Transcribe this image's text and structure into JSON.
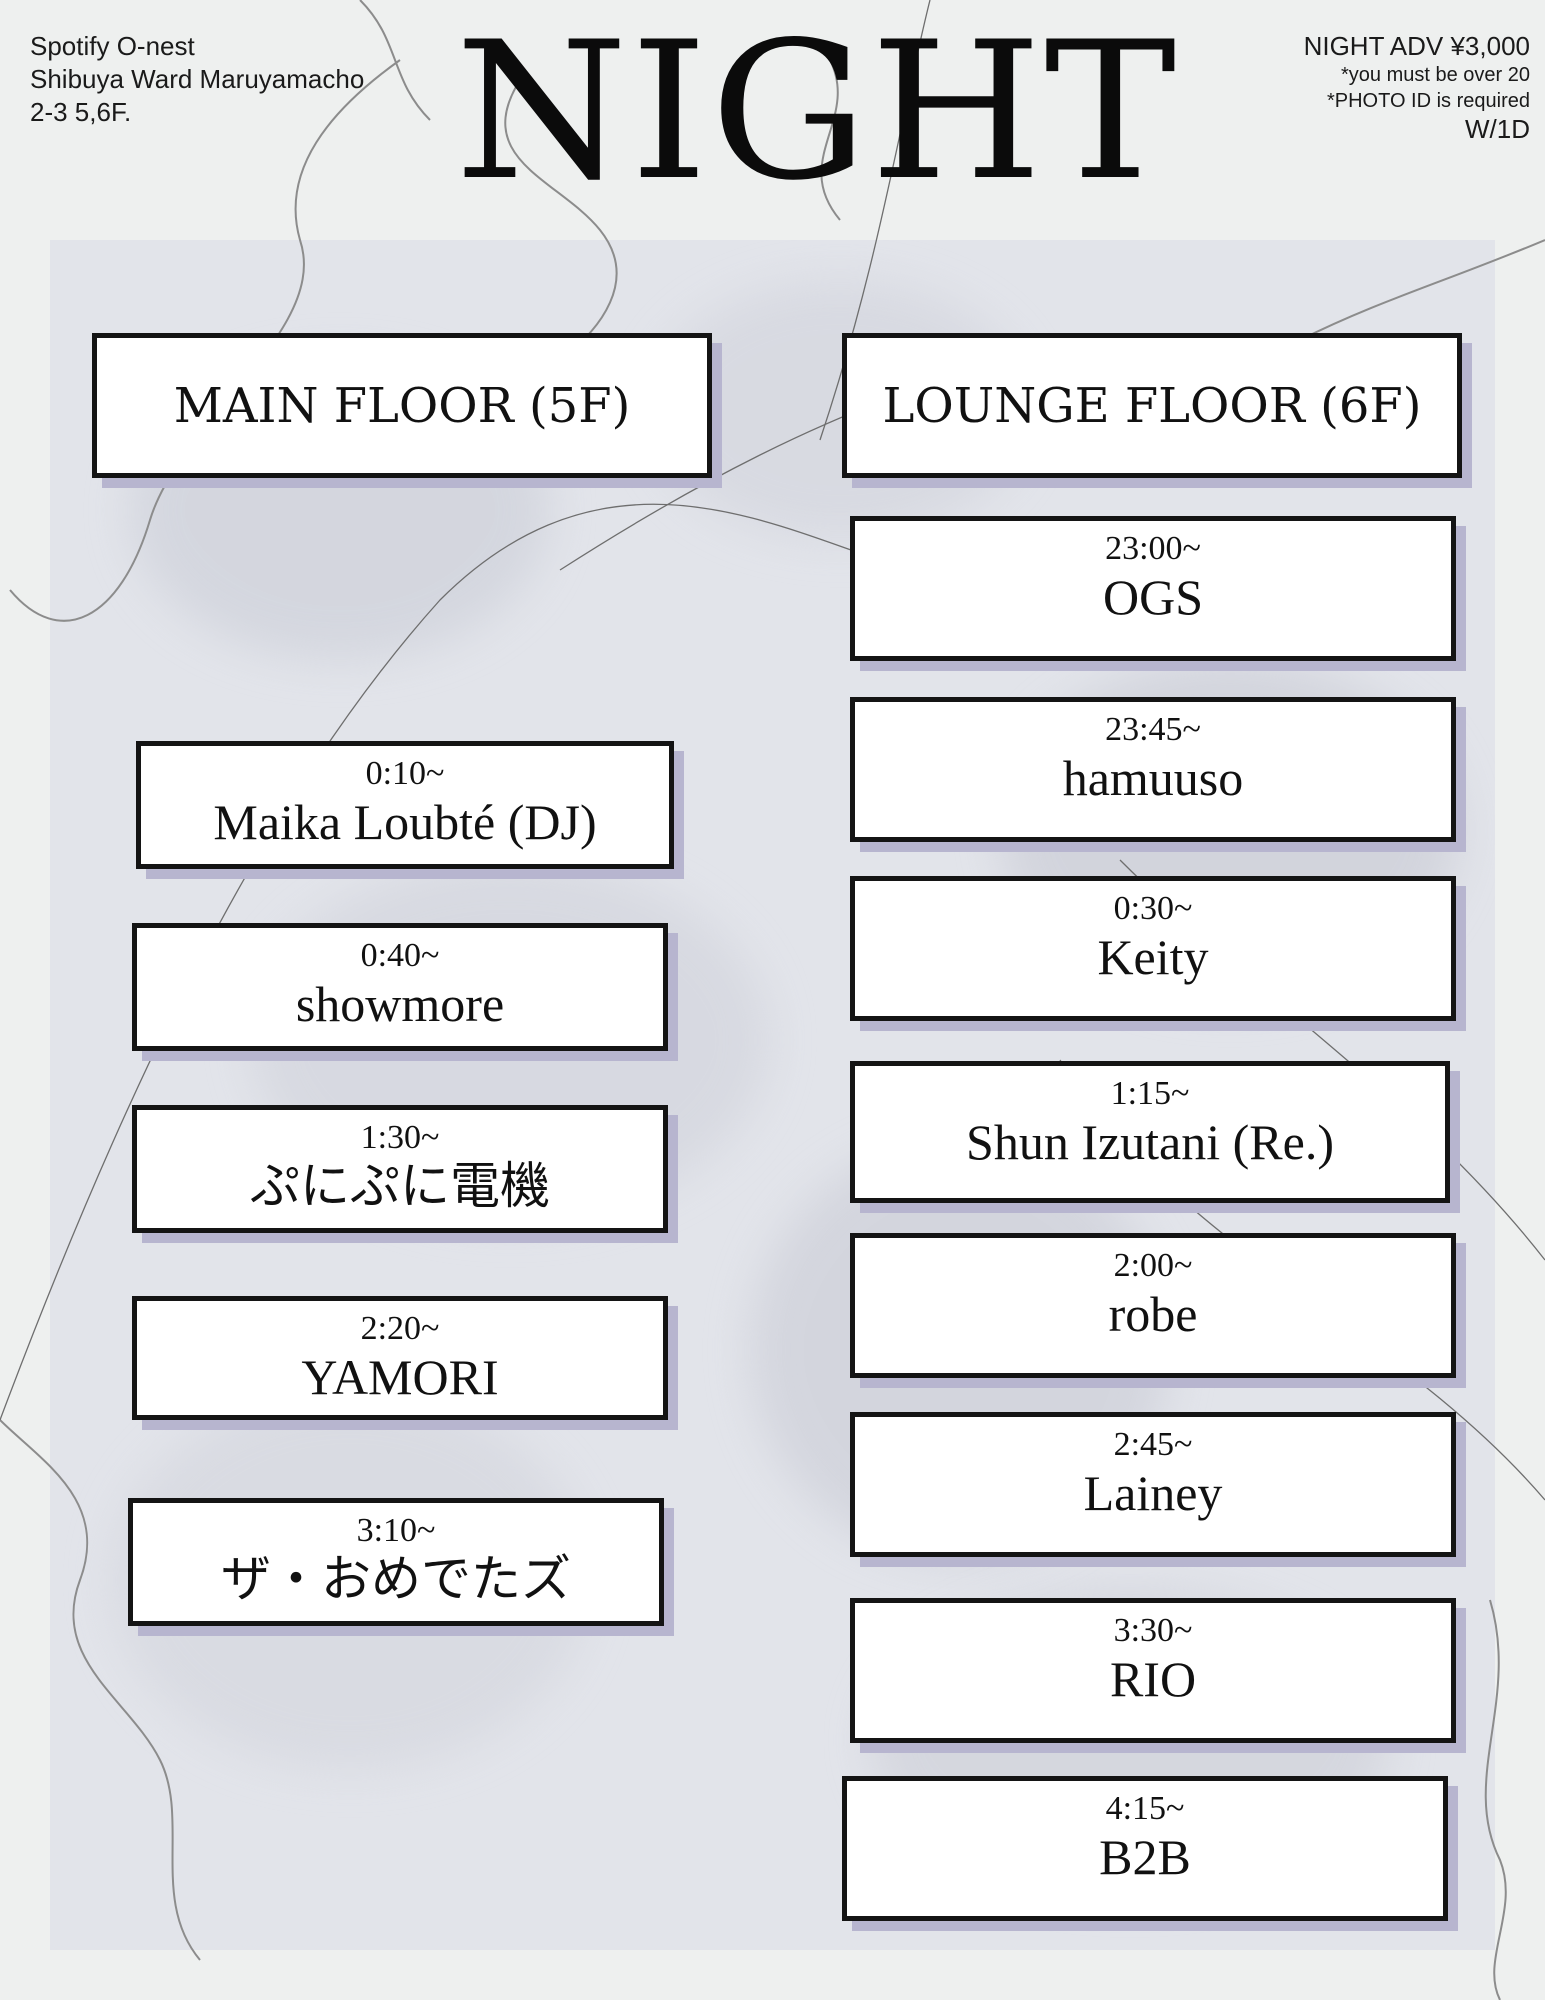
{
  "venue": {
    "line1": "Spotify O-nest",
    "line2": "Shibuya Ward Maruyamacho",
    "line3": "2-3 5,6F."
  },
  "event_title": "NIGHT",
  "ticket": {
    "price": "NIGHT ADV ¥3,000",
    "note_age": "*you must be over 20",
    "note_id": "*PHOTO ID is required",
    "drink": "W/1D"
  },
  "main_floor": {
    "label": "MAIN FLOOR (5F)",
    "slots": [
      {
        "time": "0:10~",
        "artist": "Maika Loubté (DJ)"
      },
      {
        "time": "0:40~",
        "artist": "showmore"
      },
      {
        "time": "1:30~",
        "artist": "ぷにぷに電機"
      },
      {
        "time": "2:20~",
        "artist": "YAMORI"
      },
      {
        "time": "3:10~",
        "artist": "ザ・おめでたズ"
      }
    ]
  },
  "lounge_floor": {
    "label": "LOUNGE FLOOR (6F)",
    "slots": [
      {
        "time": "23:00~",
        "artist": "OGS"
      },
      {
        "time": "23:45~",
        "artist": "hamuuso"
      },
      {
        "time": "0:30~",
        "artist": "Keity"
      },
      {
        "time": "1:15~",
        "artist": "Shun Izutani (Re.)"
      },
      {
        "time": "2:00~",
        "artist": "robe"
      },
      {
        "time": "2:45~",
        "artist": "Lainey"
      },
      {
        "time": "3:30~",
        "artist": "RIO"
      },
      {
        "time": "4:15~",
        "artist": "B2B"
      }
    ]
  },
  "colors": {
    "background": "#eef0ef",
    "card_shadow": "#b7b5cf",
    "border": "#141414"
  }
}
